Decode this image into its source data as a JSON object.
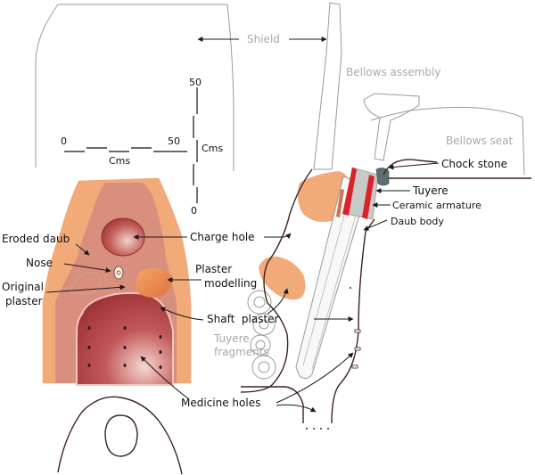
{
  "labels": {
    "shield": "Shield",
    "bellows_assembly": "Bellows assembly",
    "bellows_seat": "Bellows seat",
    "chock_stone": "Chock stone",
    "tuyere": "Tuyere",
    "ceramic_armature": "Ceramic armature",
    "daub_body": "Daub body",
    "charge_hole": "Charge hole",
    "eroded_daub": "Eroded daub",
    "nose": "Nose",
    "original_plaster_line1": "Original",
    "original_plaster_line2": "plaster",
    "plaster_modelling_line1": "Plaster",
    "plaster_modelling_line2": "modelling",
    "shaft_plaster": "Shaft  plaster",
    "tuyere_fragments_line1": "Tuyere",
    "tuyere_fragments_line2": "fragments",
    "medicine_holes": "Medicine holes"
  },
  "scale_horizontal": {
    "start": "0",
    "end": "50",
    "unit": "Cms"
  },
  "scale_vertical": {
    "start": "0",
    "end": "50",
    "unit": "Cms"
  },
  "colors": {
    "light_daub": "#f2aa78",
    "mid_daub": "#d98f7e",
    "shaft_dark": "#a93a3a",
    "armature_red": "#d9232a",
    "chock_stone": "#5c6f73",
    "outline": "#3a2420",
    "gray_text": "#a9a9a9"
  }
}
